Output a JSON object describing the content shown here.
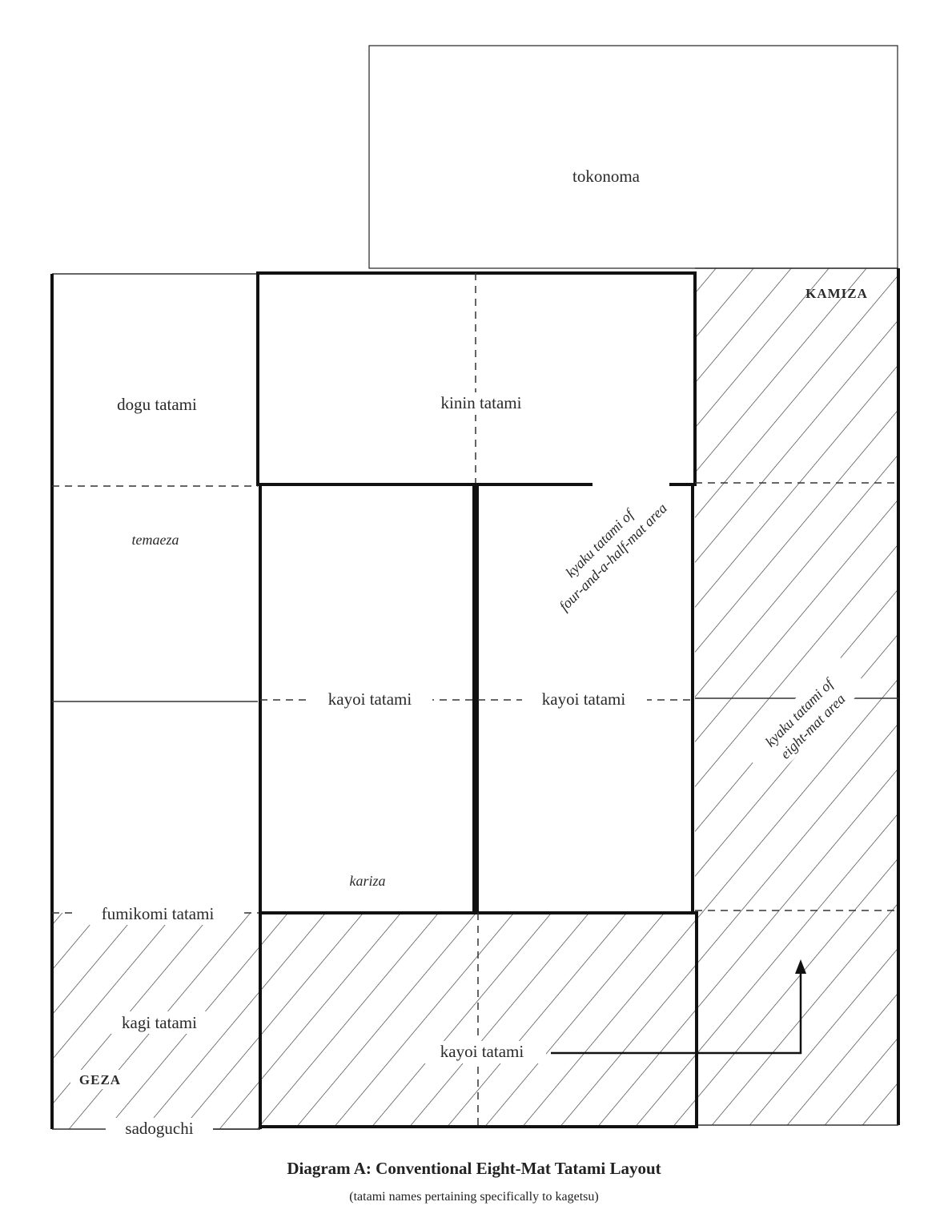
{
  "diagram": {
    "tokonoma": "tokonoma",
    "kamiza": "KAMIZA",
    "geza": "GEZA",
    "dogu_tatami": "dogu tatami",
    "kinin_tatami": "kinin tatami",
    "temaeza": "temaeza",
    "kyaku_four_half_line1": "kyaku tatami of",
    "kyaku_four_half_line2": "four-and-a-half-mat area",
    "kayoi_left": "kayoi tatami",
    "kayoi_right": "kayoi tatami",
    "kyaku_eight_line1": "kyaku tatami of",
    "kyaku_eight_line2": "eight-mat area",
    "kariza": "kariza",
    "fumikomi_tatami": "fumikomi tatami",
    "kagi_tatami": "kagi tatami",
    "kayoi_bottom": "kayoi tatami",
    "sadoguchi": "sadoguchi"
  },
  "caption": {
    "title": "Diagram A: Conventional Eight-Mat Tatami Layout",
    "subtitle": "(tatami names pertaining specifically to kagetsu)"
  }
}
